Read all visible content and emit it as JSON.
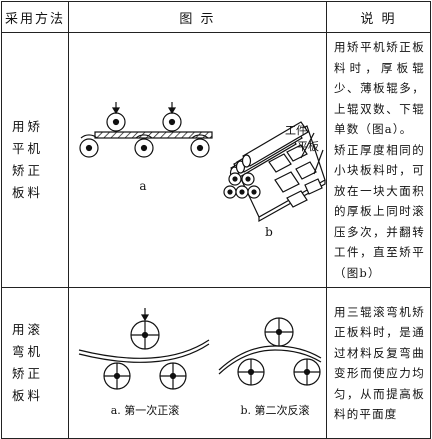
{
  "header": {
    "method": "采用方法",
    "figure": "图 示",
    "description": "说 明"
  },
  "rows": [
    {
      "method": "用矫平机矫正板料",
      "description_1": "用矫平机矫正板料时，厚板辊少、薄板辊多，上辊双数、下辊单数（图a）。",
      "description_2": "矫正厚度相同的小块板料时，可放在一块大面积的厚板上同时滚压多次，并翻转工件，直至矫平（图b）",
      "fig_a": "a",
      "fig_b": "b",
      "label_workpiece": "工件",
      "label_plate": "平板"
    },
    {
      "method": "用滚弯机矫正板料",
      "description": "用三辊滚弯机矫正板料时，是通过材料反复弯曲变形而使应力均匀，从而提高板料的平面度",
      "caption_a": "a. 第一次正滚",
      "caption_b": "b. 第二次反滚"
    }
  ]
}
